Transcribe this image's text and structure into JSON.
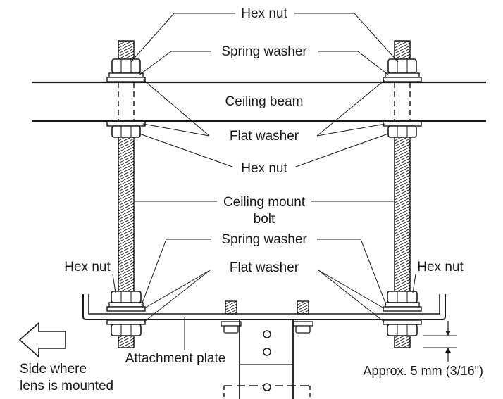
{
  "labels": {
    "hex_nut_top": "Hex nut",
    "spring_washer_top": "Spring washer",
    "ceiling_beam": "Ceiling beam",
    "flat_washer_top": "Flat washer",
    "hex_nut_mid": "Hex nut",
    "ceiling_mount_bolt_line1": "Ceiling mount",
    "ceiling_mount_bolt_line2": "bolt",
    "spring_washer_bottom": "Spring washer",
    "hex_nut_bottom_left": "Hex nut",
    "flat_washer_bottom": "Flat washer",
    "hex_nut_bottom_right": "Hex nut",
    "attachment_plate": "Attachment plate",
    "side_lens_line1": "Side where",
    "side_lens_line2": "lens is mounted",
    "gap_dimension": "Approx. 5 mm (3/16\")"
  }
}
